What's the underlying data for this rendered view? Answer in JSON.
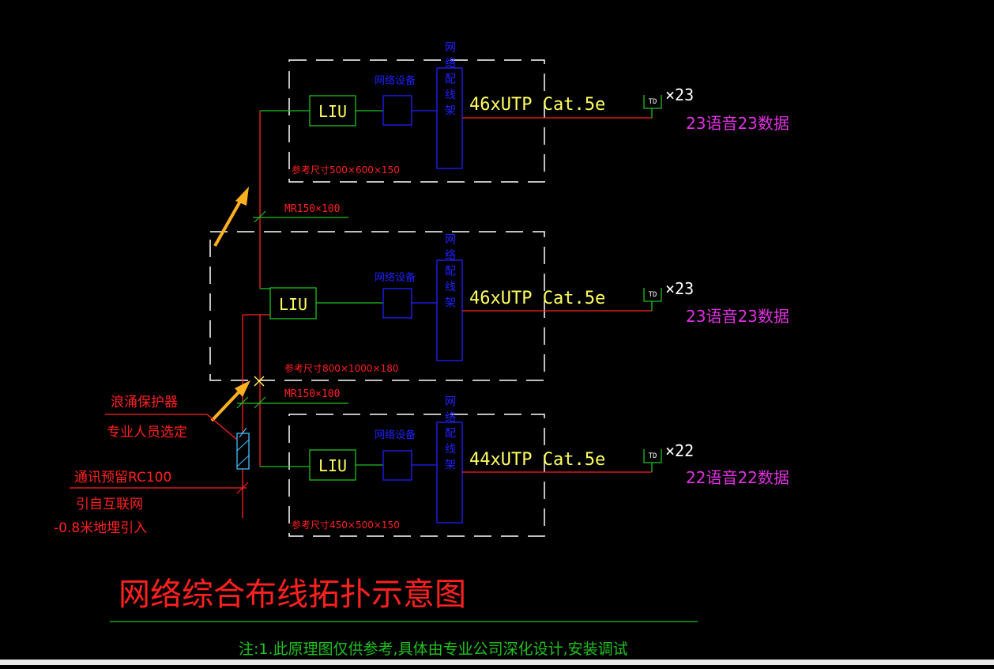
{
  "colors": {
    "background": "#000000",
    "red": "#ff2020",
    "green": "#20c020",
    "blue": "#2020ff",
    "yellow": "#ffff60",
    "magenta": "#e030e0",
    "white": "#ffffff",
    "orange": "#ffb020",
    "cyan": "#40c0ff"
  },
  "diagram": {
    "title": "网络综合布线拓扑示意图",
    "note": "注:1.此原理图仅供参考,具体由专业公司深化设计,安装调试"
  },
  "cabinets": [
    {
      "liu_label": "LIU",
      "network_device_label": "网络设备",
      "patch_panel_label": "网络配线架",
      "cable_label": "46xUTP Cat.5e",
      "outlet_label": "TD",
      "outlet_count": "×23",
      "outlet_summary": "23语音23数据",
      "size_label": "参考尺寸500×600×150"
    },
    {
      "liu_label": "LIU",
      "network_device_label": "网络设备",
      "patch_panel_label": "网络配线架",
      "cable_label": "46xUTP Cat.5e",
      "outlet_label": "TD",
      "outlet_count": "×23",
      "outlet_summary": "23语音23数据",
      "size_label": "参考尺寸800×1000×180"
    },
    {
      "liu_label": "LIU",
      "network_device_label": "网络设备",
      "patch_panel_label": "网络配线架",
      "cable_label": "44xUTP Cat.5e",
      "outlet_label": "TD",
      "outlet_count": "×22",
      "outlet_summary": "22语音22数据",
      "size_label": "参考尺寸450×500×150"
    }
  ],
  "trunking": {
    "upper": "MR150×100",
    "lower": "MR150×100"
  },
  "incoming": {
    "surge_protector": "浪涌保护器",
    "surge_note": "专业人员选定",
    "conduit": "通讯预留RC100",
    "source": "引自互联网",
    "depth": "-0.8米地埋引入"
  }
}
